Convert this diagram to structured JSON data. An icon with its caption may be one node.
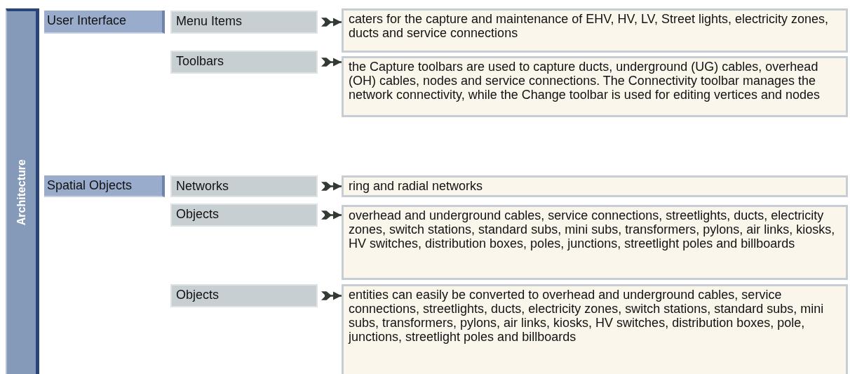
{
  "diagram": {
    "nodes": [
      {
        "text": [
          "Architecture"
        ]
      },
      {
        "text": [
          "User Interface"
        ]
      },
      {
        "text": [
          "Menu Items"
        ]
      },
      {
        "text": [
          "caters for the capture and maintenance of EHV, HV, LV, Street lights, electricity zones, ducts and service connections"
        ]
      },
      {
        "text": [
          "Toolbars"
        ]
      },
      {
        "text": [
          "the Capture toolbars are used to capture ducts, underground (UG) cables, overhead (OH) cables, nodes and service connections.  The Connectivity toolbar manages the network connectivity, while the Change toolbar is used for editing vertices and nodes"
        ]
      },
      {
        "text": [
          "Spatial Objects"
        ]
      },
      {
        "text": [
          "Networks"
        ]
      },
      {
        "text": [
          "ring and radial networks"
        ]
      },
      {
        "text": [
          "Objects"
        ]
      },
      {
        "text": [
          "overhead and underground cables, service connections, streetlights, ducts, electricity zones, switch stations, standard subs, mini subs, transformers, pylons, air links, kiosks, HV switches, distribution boxes, poles, junctions, streetlight poles and billboards"
        ]
      },
      {
        "text": [
          "Objects"
        ]
      },
      {
        "text": [
          "entities can easily be converted to overhead and underground cables, service connections, streetlights, ducts, electricity zones, switch stations, standard subs, mini subs, transformers, pylons, air links, kiosks, HV switches, distribution boxes, pole, junctions, streetlight poles and billboards"
        ]
      }
    ],
    "edges": [
      {
        "from": 2,
        "to": 3,
        "arrow": "to"
      },
      {
        "from": 4,
        "to": 5,
        "arrow": "to"
      },
      {
        "from": 7,
        "to": 8,
        "arrow": "to"
      },
      {
        "from": 9,
        "to": 10,
        "arrow": "to"
      },
      {
        "from": 11,
        "to": 12,
        "arrow": "to"
      }
    ]
  }
}
